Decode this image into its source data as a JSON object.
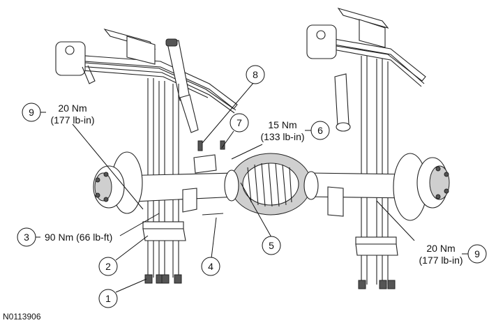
{
  "figure_id": "N0113906",
  "callouts": [
    {
      "num": "1"
    },
    {
      "num": "2"
    },
    {
      "num": "3",
      "torque": "90 Nm (66 lb-ft)"
    },
    {
      "num": "4"
    },
    {
      "num": "5"
    },
    {
      "num": "6",
      "torque_line1": "15 Nm",
      "torque_line2": "(133 lb-in)"
    },
    {
      "num": "7"
    },
    {
      "num": "8"
    },
    {
      "num": "9",
      "torque_line1": "20 Nm",
      "torque_line2": "(177 lb-in)"
    },
    {
      "num": "9",
      "torque_line1": "20 Nm",
      "torque_line2": "(177 lb-in)"
    }
  ]
}
